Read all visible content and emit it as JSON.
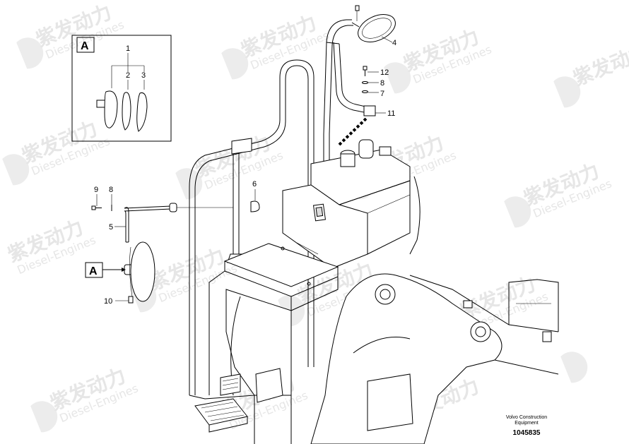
{
  "watermark": {
    "cn": "紫发动力",
    "en": "Diesel-Engines"
  },
  "detail_box": {
    "label": "A",
    "parts": [
      "1",
      "2",
      "3"
    ]
  },
  "callout_a": "A",
  "parts": {
    "p4": "4",
    "p5": "5",
    "p6": "6",
    "p7": "7",
    "p8_top": "8",
    "p8_left": "8",
    "p9": "9",
    "p10": "10",
    "p11": "11",
    "p12": "12"
  },
  "footer": {
    "line1": "Volvo Construction",
    "line2": "Equipment",
    "number": "1045835"
  },
  "colors": {
    "line": "#000000",
    "watermark": "#e6e6e6",
    "background": "#ffffff"
  }
}
